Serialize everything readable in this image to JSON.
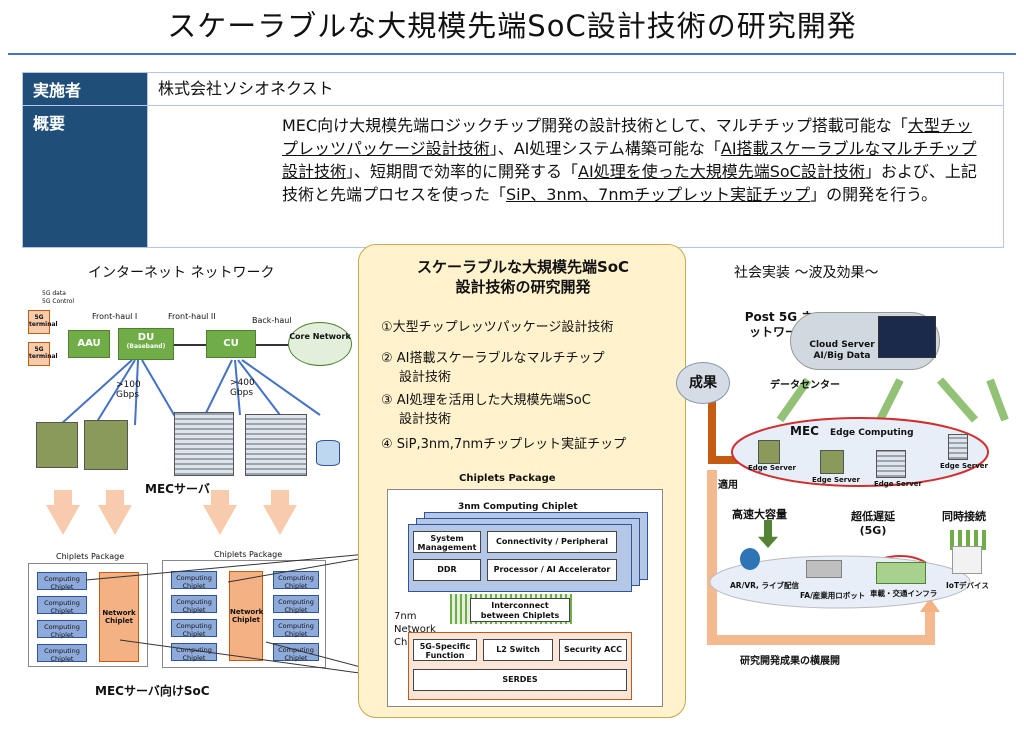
{
  "title": "スケーラブルな大規模先端SoC設計技術の研究開発",
  "info": {
    "implementer_label": "実施者",
    "implementer": "株式会社ソシオネクスト",
    "summary_label": "概要",
    "summary_parts": [
      "MEC向け大規模先端ロジックチップ開発の設計技術として、マルチチップ搭載可能な「",
      "大型チップレッツパッケージ設計技術",
      "」、AI処理システム構築可能な「",
      "AI搭載スケーラブルなマルチチップ設計技術",
      "」、短期間で効率的に開発する「",
      "AI処理を使った大規模先端SoC設計技術",
      "」および、上記技術と先端プロセスを使った「",
      "SiP、3nm、7nmチップレット実証チップ",
      "」の開発を行う。"
    ]
  },
  "left": {
    "heading": "インターネット ネットワーク",
    "tag_5g_data": "5G data",
    "tag_5g_control": "5G Control",
    "terminal": "5G terminal",
    "fronthaul1": "Front-haul I",
    "fronthaul2": "Front-haul II",
    "backhaul": "Back-haul",
    "aau": "AAU",
    "du": "DU",
    "du_sub": "(Baseband)",
    "cu": "CU",
    "core": "Core Network",
    "speed1": ">100 Gbps",
    "speed2": ">400 Gbps",
    "mec_server": "MECサーバ",
    "pkg_label": "Chiplets Package",
    "computing_chiplet": "Computing Chiplet",
    "network_chiplet": "Network Chiplet",
    "soc_label": "MECサーバ向けSoC"
  },
  "center": {
    "title_line1": "スケーラブルな大規模先端SoC",
    "title_line2": "設計技術の研究開発",
    "items": [
      "①大型チップレッツパッケージ設計技術",
      "② AI搭載スケーラブルなマルチチップ",
      "設計技術",
      "③ AI処理を活用した大規模先端SoC",
      "設計技術",
      "④ SiP,3nm,7nmチップレット実証チップ"
    ],
    "pkg_title": "Chiplets Package",
    "computing_chiplet": "3nm Computing Chiplet",
    "sys_mgmt": "System Management",
    "connectivity": "Connectivity / Peripheral",
    "ddr": "DDR",
    "processor": "Processor / AI Accelerator",
    "interconnect": "Interconnect between Chiplets",
    "network_chiplet": "7nm Network Chiplet",
    "g5_func": "5G-Specific Function",
    "l2": "L2 Switch",
    "security": "Security ACC",
    "serdes": "SERDES"
  },
  "result": "成果",
  "right": {
    "heading": "社会実装 ～波及効果～",
    "post5g": "Post 5G ネットワーク",
    "cloud": "Cloud Server AI/Big Data",
    "datacenter": "データセンター",
    "mec": "MEC",
    "edge_computing": "Edge Computing",
    "edge_server": "Edge Server",
    "apply": "適用",
    "high_capacity": "高速大容量",
    "low_latency": "超低遅延 (5G)",
    "simultaneous": "同時接続",
    "ar": "AR/VR, ライブ配信",
    "fa": "FA/産業用ロボット",
    "vehicle": "車載・交通インフラ",
    "iot": "IoTデバイス",
    "rollout": "研究開発成果の横展開"
  },
  "colors": {
    "accent": "#1f4e79",
    "panel": "#fff2cc",
    "green": "#70ad47",
    "orange": "#f4b183"
  }
}
